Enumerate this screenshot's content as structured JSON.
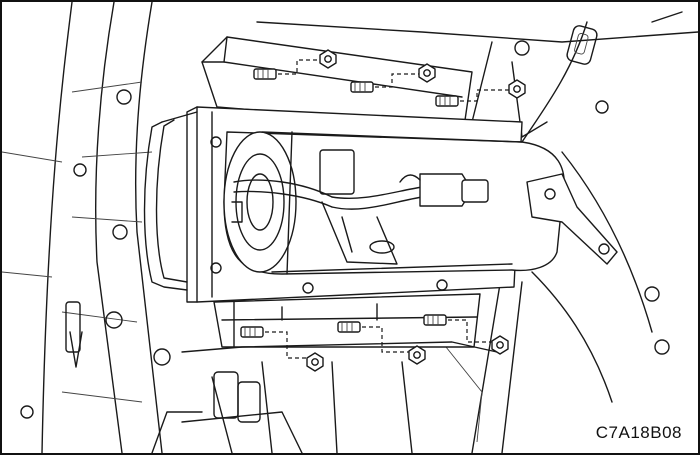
{
  "figure_code": "C7A18B08",
  "fasteners": {
    "upper_bolts": 3,
    "lower_bolts": 3,
    "side_nuts": 2
  }
}
